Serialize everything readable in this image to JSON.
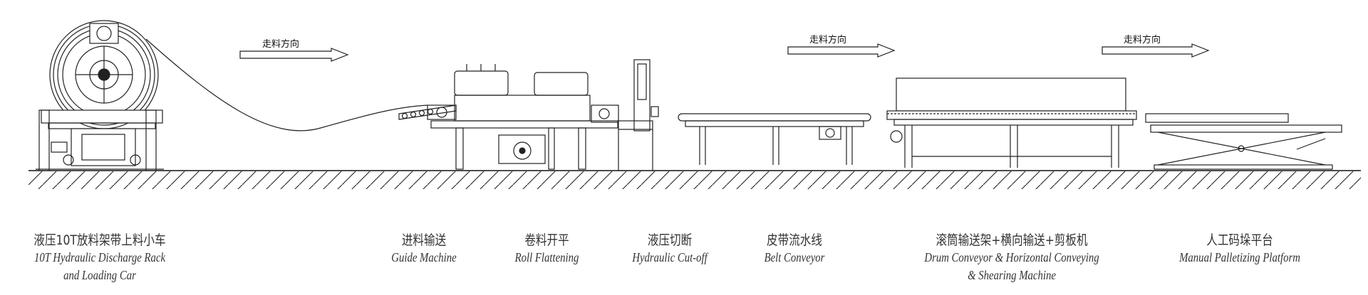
{
  "direction_label": "走料方向",
  "stations": [
    {
      "cn": "液压10T放料架带上料小车",
      "en1": "10T Hydraulic Discharge Rack",
      "en2": "and Loading Car"
    },
    {
      "cn": "进料输送",
      "en1": "Guide Machine",
      "en2": ""
    },
    {
      "cn": "卷料开平",
      "en1": "Roll Flattening",
      "en2": ""
    },
    {
      "cn": "液压切断",
      "en1": "Hydraulic Cut-off",
      "en2": ""
    },
    {
      "cn": "皮带流水线",
      "en1": "Belt Conveyor",
      "en2": ""
    },
    {
      "cn": "滚筒输送架+横向输送+剪板机",
      "en1": "Drum Conveyor & Horizontal Conveying",
      "en2": "& Shearing Machine"
    },
    {
      "cn": "人工码垛平台",
      "en1": "Manual Palletizing Platform",
      "en2": ""
    }
  ]
}
